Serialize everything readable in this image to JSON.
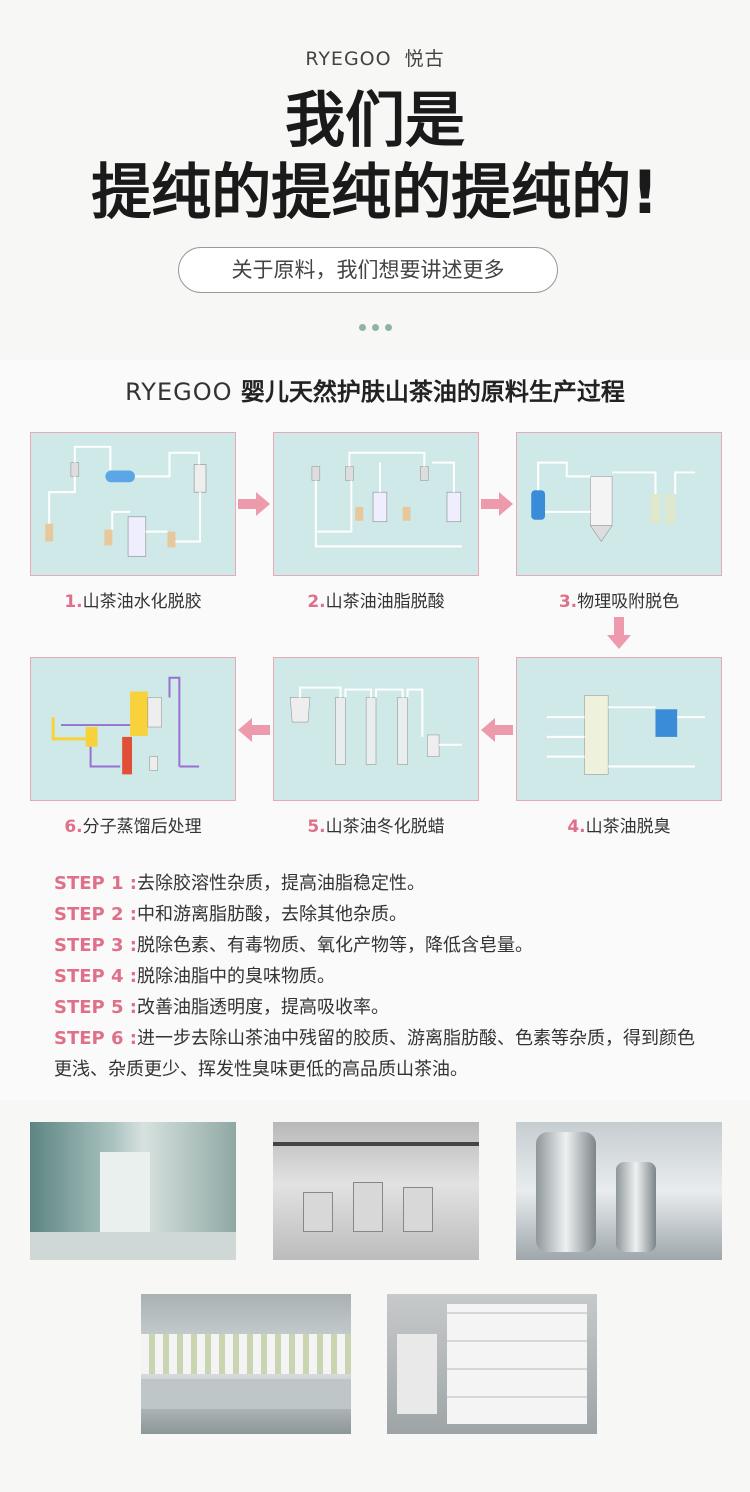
{
  "brand": {
    "ryegoo": "RYEGOO",
    "cn": "悦古"
  },
  "hero": {
    "line1": "我们是",
    "line2": "提纯的提纯的提纯的!"
  },
  "pill": {
    "label": "关于原料，我们想要讲述更多"
  },
  "section": {
    "logo": "RYEGOO",
    "title": "婴儿天然护肤山茶油的原料生产过程"
  },
  "processes": [
    {
      "num": "1.",
      "label": "山茶油水化脱胶"
    },
    {
      "num": "2.",
      "label": "山茶油油脂脱酸"
    },
    {
      "num": "3.",
      "label": "物理吸附脱色"
    },
    {
      "num": "4.",
      "label": "山茶油脱臭"
    },
    {
      "num": "5.",
      "label": "山茶油冬化脱蜡"
    },
    {
      "num": "6.",
      "label": "分子蒸馏后处理"
    }
  ],
  "steps": [
    {
      "key": "STEP 1 :",
      "text": "去除胶溶性杂质，提高油脂稳定性。"
    },
    {
      "key": "STEP 2 :",
      "text": "中和游离脂肪酸，去除其他杂质。"
    },
    {
      "key": "STEP 3 :",
      "text": "脱除色素、有毒物质、氧化产物等，降低含皂量。"
    },
    {
      "key": "STEP 4 :",
      "text": "脱除油脂中的臭味物质。"
    },
    {
      "key": "STEP 5 :",
      "text": "改善油脂透明度，提高吸收率。"
    },
    {
      "key": "STEP 6 :",
      "text": "进一步去除山茶油中残留的胶质、游离脂肪酸、色素等杂质，得到颜色更浅、杂质更少、挥发性臭味更低的高品质山茶油。"
    }
  ],
  "colors": {
    "accent": "#e0708a",
    "diagram_bg": "#cfe9e8",
    "brand_blue": "#2c6fb5"
  }
}
